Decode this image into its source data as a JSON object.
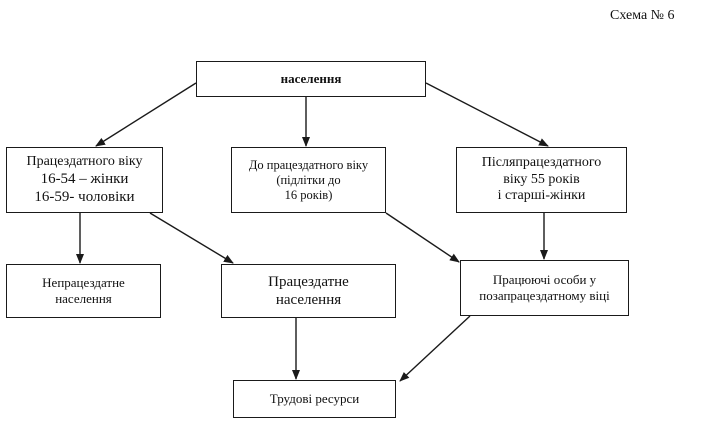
{
  "scheme_label": "Схема № 6",
  "nodes": {
    "top": {
      "lines": [
        "населення"
      ]
    },
    "working_age": {
      "lines": [
        "Працездатного віку",
        "16-54 – жінки",
        "16-59- чоловіки"
      ]
    },
    "pre_working": {
      "lines": [
        "До працездатного віку",
        "(підлітки до",
        "16 років)"
      ]
    },
    "post_working": {
      "lines": [
        "Післяпрацездатного",
        "віку 55 років",
        "і старші-жінки"
      ]
    },
    "unable": {
      "lines": [
        "Непрацездатне",
        "населення"
      ]
    },
    "able": {
      "lines": [
        "Працездатне",
        "населення"
      ]
    },
    "working_older": {
      "lines": [
        "Працюючі особи у",
        "позапрацездатному віці"
      ]
    },
    "labor": {
      "lines": [
        "Трудові ресурси"
      ]
    }
  }
}
